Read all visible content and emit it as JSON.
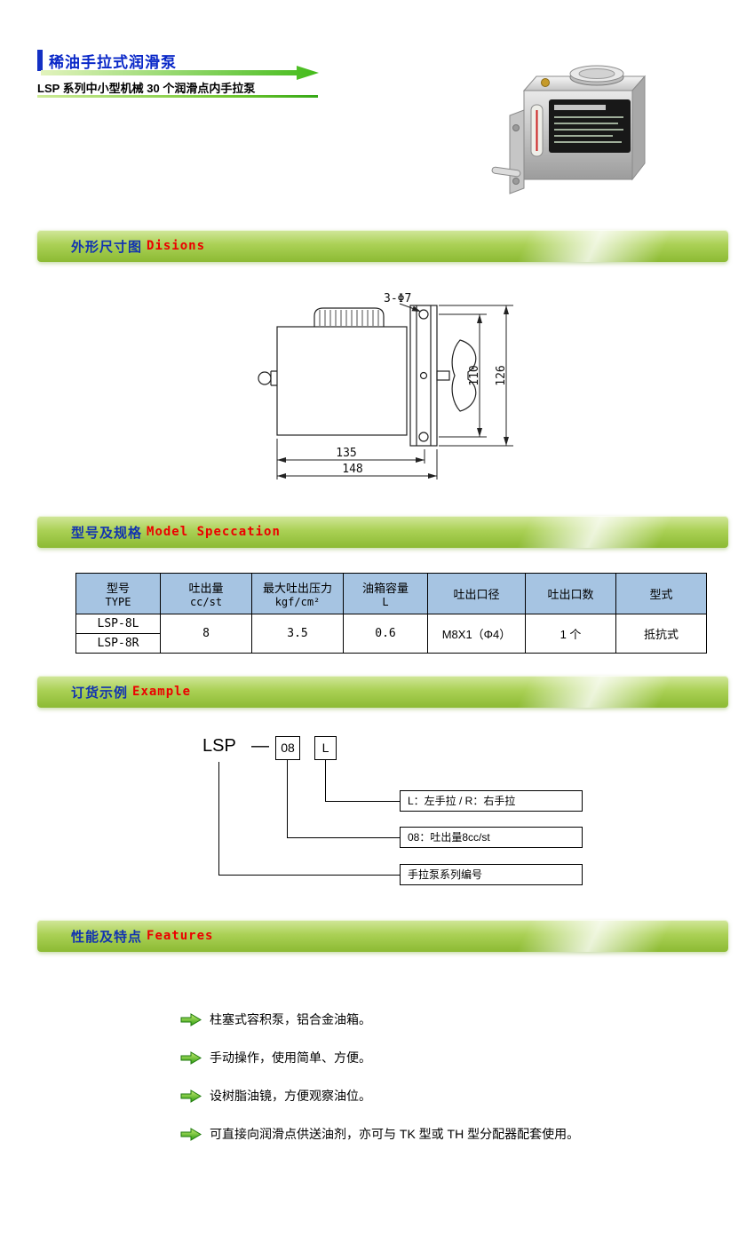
{
  "header": {
    "title": "稀油手拉式润滑泵",
    "subtitle": "LSP 系列中小型机械 30 个润滑点内手拉泵"
  },
  "banners": {
    "dimensions": {
      "zh": "外形尺寸图",
      "en": "Disions"
    },
    "model": {
      "zh": "型号及规格",
      "en": "Model Speccation"
    },
    "example": {
      "zh": "订货示例",
      "en": "Example"
    },
    "features": {
      "zh": "性能及特点",
      "en": "Features"
    }
  },
  "drawing": {
    "hole_label": "3-Φ7",
    "dim_height_inner": "110",
    "dim_height_outer": "126",
    "dim_width_inner": "135",
    "dim_width_outer": "148"
  },
  "spec_table": {
    "headers": [
      {
        "line1": "型号",
        "line2": "TYPE"
      },
      {
        "line1": "吐出量",
        "line2": "cc/st"
      },
      {
        "line1": "最大吐出压力",
        "line2": "kgf/cm²"
      },
      {
        "line1": "油箱容量",
        "line2": "L"
      },
      {
        "line1": "吐出口径",
        "line2": ""
      },
      {
        "line1": "吐出口数",
        "line2": ""
      },
      {
        "line1": "型式",
        "line2": ""
      }
    ],
    "models": [
      "LSP-8L",
      "LSP-8R"
    ],
    "values": {
      "discharge": "8",
      "pressure": "3.5",
      "tank": "0.6",
      "port": "M8X1（Φ4）",
      "ports_count": "1 个",
      "type": "抵抗式"
    }
  },
  "ordering": {
    "series": "LSP",
    "dash": "—",
    "code_mid": "08",
    "code_end": "L",
    "notes": [
      "L：左手拉 / R：右手拉",
      "08：吐出量8cc/st",
      "手拉泵系列编号"
    ]
  },
  "features": [
    "柱塞式容积泵，铝合金油箱。",
    "手动操作，使用简单、方便。",
    "设树脂油镜，方便观察油位。",
    "可直接向润滑点供送油剂，亦可与 TK 型或 TH 型分配器配套使用。"
  ],
  "colors": {
    "banner_green": "#9cc43c",
    "title_blue": "#0a28c8",
    "english_red": "#ec0000",
    "table_header_blue": "#a6c4e2",
    "arrow_green": "#45c41e"
  }
}
